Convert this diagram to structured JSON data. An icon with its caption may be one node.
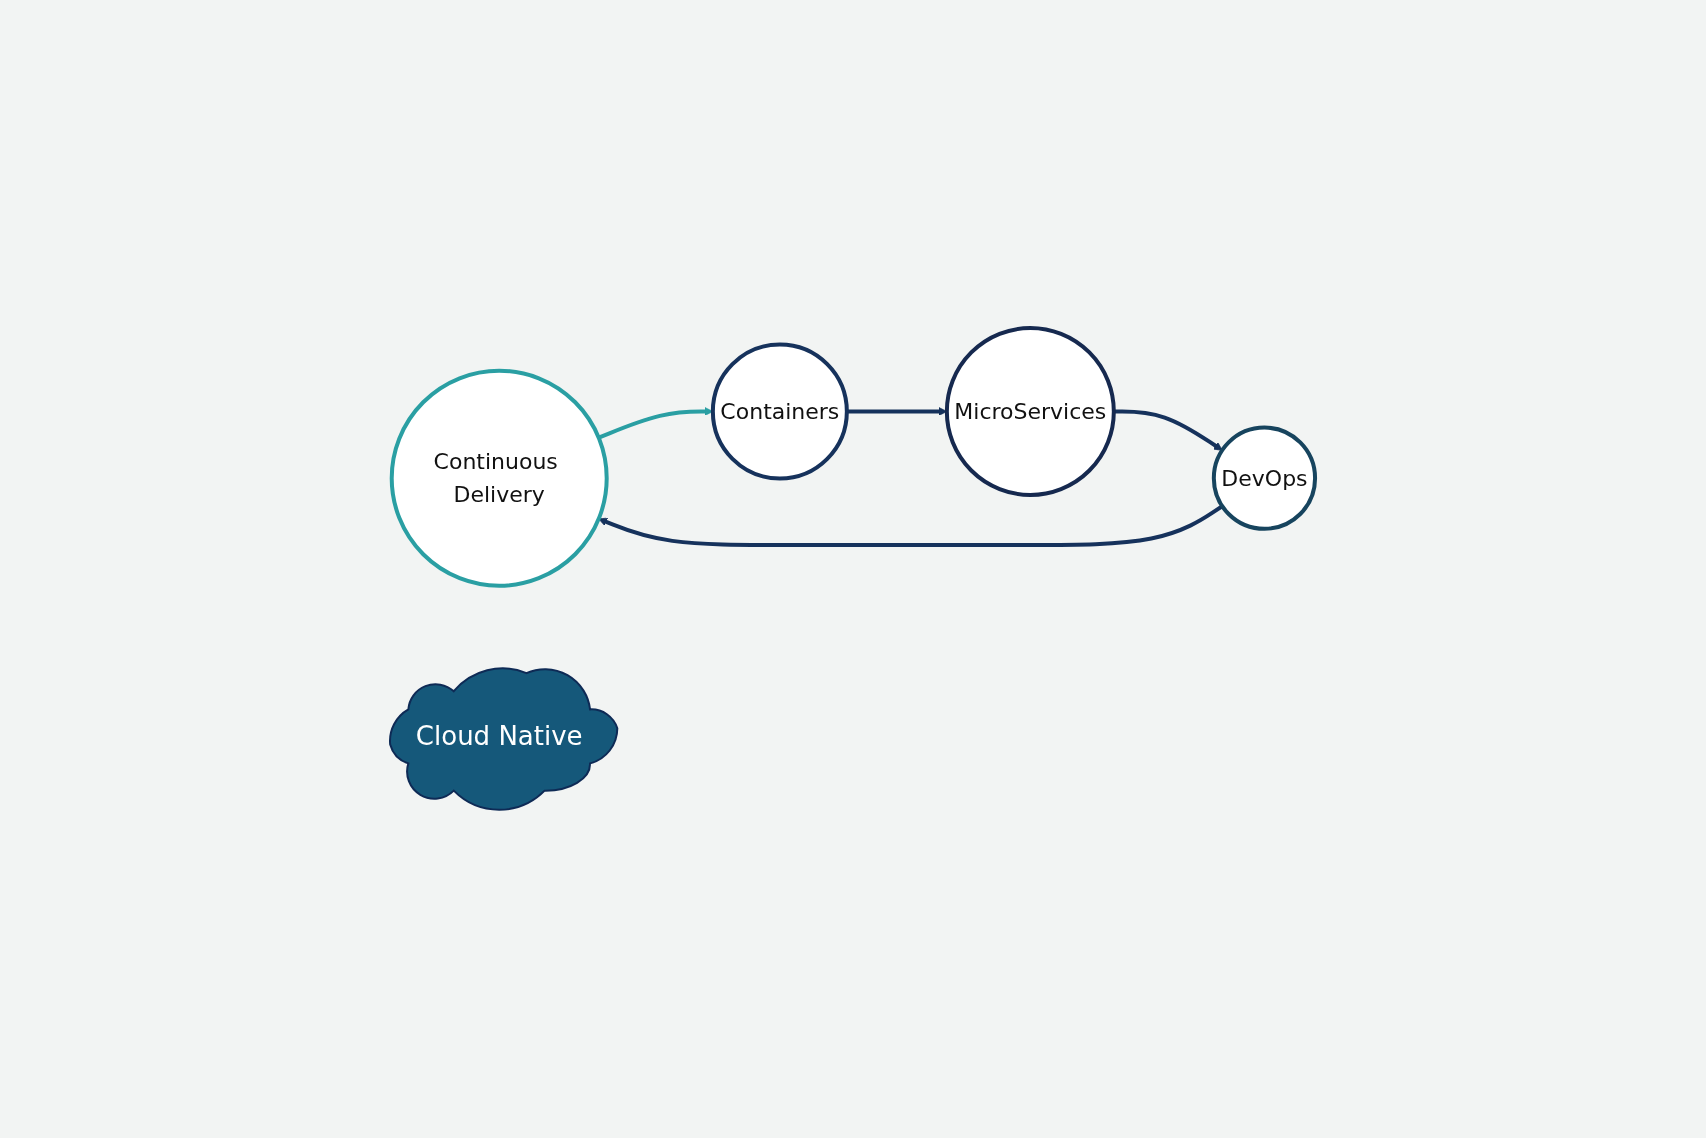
{
  "diagram": {
    "nodes": [
      {
        "text": [
          "Continuous Delivery"
        ]
      },
      {
        "text": [
          "Containers"
        ]
      },
      {
        "text": [
          "Cloud Native"
        ]
      },
      {
        "text": [
          "DevOps"
        ]
      },
      {
        "text": [
          "MicroServices"
        ]
      }
    ],
    "edges": [
      {
        "from": 3,
        "to": 0,
        "arrow": "to"
      },
      {
        "from": 0,
        "to": 1,
        "arrow": "to",
        "color": "#2a9fa3"
      },
      {
        "from": 1,
        "to": 4,
        "arrow": "to"
      },
      {
        "from": 4,
        "to": 3,
        "arrow": "to"
      }
    ]
  }
}
